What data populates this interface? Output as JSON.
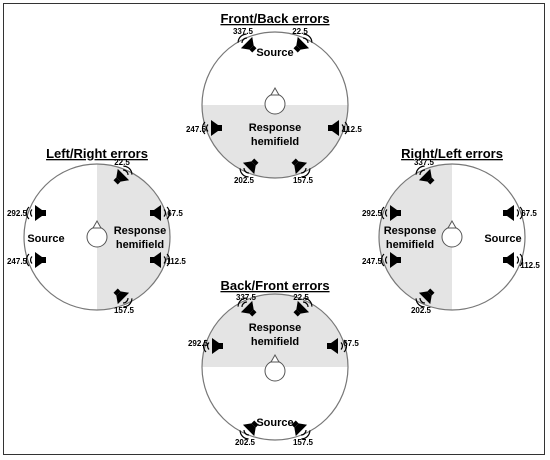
{
  "panels": [
    {
      "id": "front-back",
      "title": "Front/Back errors",
      "source_label": "Source",
      "response_lines": [
        "Response",
        "hemifield"
      ],
      "speakers": [
        "337.5",
        "22.5",
        "247.5",
        "112.5",
        "202.5",
        "157.5"
      ]
    },
    {
      "id": "left-right",
      "title": "Left/Right errors",
      "source_label": "Source",
      "response_lines": [
        "Response",
        "hemifield"
      ],
      "speakers": [
        "22.5",
        "292.5",
        "67.5",
        "247.5",
        "112.5",
        "157.5"
      ]
    },
    {
      "id": "right-left",
      "title": "Right/Left errors",
      "source_label": "Source",
      "response_lines": [
        "Response",
        "hemifield"
      ],
      "speakers": [
        "337.5",
        "292.5",
        "67.5",
        "247.5",
        "112.5",
        "202.5"
      ]
    },
    {
      "id": "back-front",
      "title": "Back/Front errors",
      "source_label": "Source",
      "response_lines": [
        "Response",
        "hemifield"
      ],
      "speakers": [
        "337.5",
        "22.5",
        "292.5",
        "67.5",
        "202.5",
        "157.5"
      ]
    }
  ],
  "colors": {
    "hemifield": "#e4e4e4",
    "circle": "#777777",
    "speaker": "#000000"
  },
  "icons": {
    "speaker": "loudspeaker-icon",
    "head": "listener-head-icon"
  }
}
